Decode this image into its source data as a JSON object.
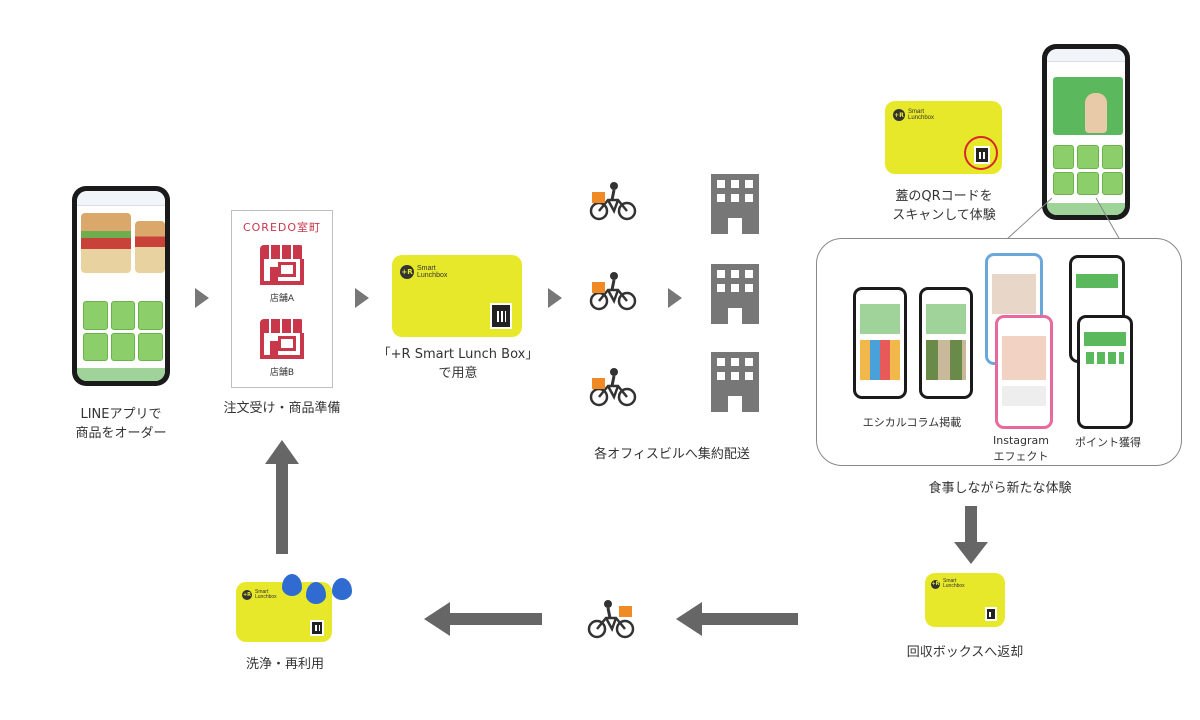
{
  "labels": {
    "order": "LINEアプリで\n商品をオーダー",
    "prep": "注文受け・商品準備",
    "box": "「+R Smart Lunch Box」\nで用意",
    "deliver": "各オフィスビルへ集約配送",
    "scan": "蓋のQRコードを\nスキャンして体験",
    "experience": "食事しながら新たな体験",
    "column": "エシカルコラム掲載",
    "instagram": "Instagram\nエフェクト",
    "points": "ポイント獲得",
    "return": "回収ボックスへ返却",
    "wash": "洗浄・再利用"
  },
  "store_panel": {
    "brand": "COREDO室町",
    "store_a": "店舗A",
    "store_b": "店舗B"
  },
  "box_brand": {
    "line1": "Smart",
    "line2": "Lunchbox"
  },
  "colors": {
    "box_yellow": "#e8e82a",
    "store_red": "#c9374b",
    "arrow_gray": "#666666",
    "drop_blue": "#2f6bd1",
    "scan_circle": "#d9262a"
  }
}
